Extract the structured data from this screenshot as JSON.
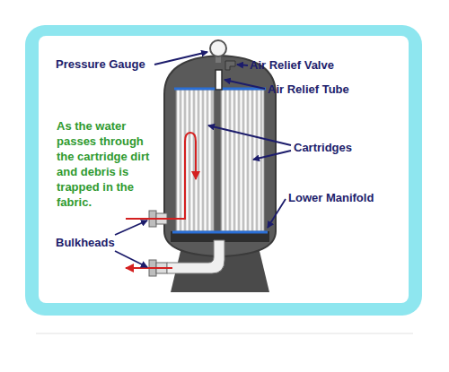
{
  "diagram": {
    "labels": [
      "Pressure Gauge",
      "Air Relief Valve",
      "Air Relief Tube",
      "As the water passes through the cartridge dirt and debris is trapped in the fabric.",
      "Cartridges",
      "Lower Manifold",
      "Bulkheads"
    ]
  }
}
